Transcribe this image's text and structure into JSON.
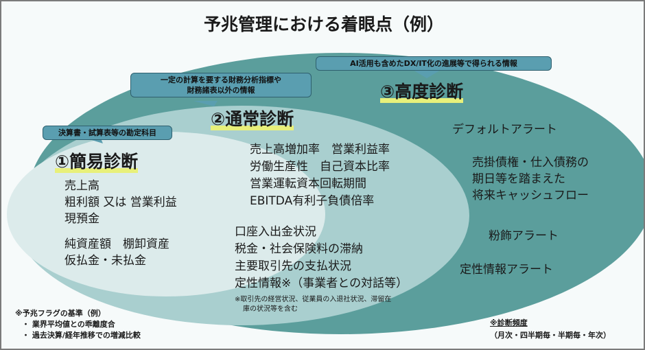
{
  "title": "予兆管理における着眼点（例）",
  "advanced": {
    "callout": "AI活用も含めたDX/IT化の進展等で得られる情報",
    "heading": "③高度診断",
    "items": [
      "デフォルトアラート",
      "売掛債権・仕入債務の",
      "期日等を踏まえた",
      "将来キャッシュフロー",
      "粉飾アラート",
      "定性情報アラート"
    ]
  },
  "normal": {
    "callout_line1": "一定の計算を要する財務分析指標や",
    "callout_line2": "財務諸表以外の情報",
    "heading": "②通常診断",
    "items": [
      "売上高増加率　営業利益率",
      "労働生産性　自己資本比率",
      "営業運転資本回転期間",
      "EBITDA有利子負債倍率",
      "口座入出金状況",
      "税金・社会保険料の滞納",
      "主要取引先の支払状況",
      "定性情報※（事業者との対話等）"
    ],
    "note_line1": "※取引先の経営状況、従業員の入退社状況、滞留在",
    "note_line2": "庫の状況等を含む"
  },
  "simple": {
    "callout": "決算書・試算表等の勘定科目",
    "heading": "①簡易診断",
    "items": [
      "売上高",
      "粗利額 又は 営業利益",
      "現預金",
      "純資産額　棚卸資産",
      "仮払金・未払金"
    ]
  },
  "flags": {
    "title": "※予兆フラグの基準（例）",
    "items": [
      "・ 業界平均値との乖離度合",
      "・ 過去決算/経年推移での増減比較"
    ]
  },
  "frequency": {
    "title": "※診断頻度",
    "detail": "（月次・四半期毎・半期毎・年次）"
  },
  "colors": {
    "outer": "#5b9e9c",
    "middle": "#a9cfcf",
    "inner": "#dcebeb",
    "callout": "#5a9eb0"
  }
}
